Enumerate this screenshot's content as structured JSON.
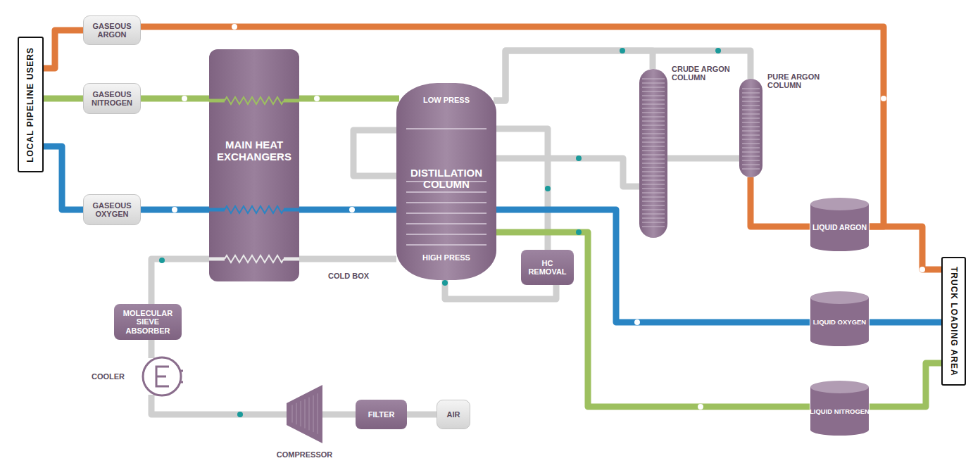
{
  "diagram": {
    "nodes": [
      {
        "text": [
          "LOCAL PIPELINE USERS"
        ]
      },
      {
        "text": [
          "GASEOUS ARGON"
        ]
      },
      {
        "text": [
          "GASEOUS NITROGEN"
        ]
      },
      {
        "text": [
          "GASEOUS OXYGEN"
        ]
      },
      {
        "text": [
          "MAIN HEAT EXCHANGERS"
        ]
      },
      {
        "text": [
          "LOW PRESS",
          "DISTILLATION COLUMN",
          "HIGH PRESS"
        ]
      },
      {
        "text": [
          "CRUDE ARGON COLUMN"
        ]
      },
      {
        "text": [
          "PURE ARGON COLUMN"
        ]
      },
      {
        "text": [
          "HC REMOVAL"
        ]
      },
      {
        "text": [
          "LIQUID ARGON"
        ]
      },
      {
        "text": [
          "LIQUID OXYGEN"
        ]
      },
      {
        "text": [
          "LIQUID NITROGEN"
        ]
      },
      {
        "text": [
          "TRUCK LOADING AREA"
        ]
      },
      {
        "text": [
          "MOLECULAR SIEVE ABSORBER"
        ]
      },
      {
        "text": [
          "COOLER"
        ]
      },
      {
        "text": [
          "COMPRESSOR"
        ]
      },
      {
        "text": [
          "FILTER"
        ]
      },
      {
        "text": [
          "AIR"
        ]
      }
    ],
    "edges": [
      {
        "from": 17,
        "to": 16,
        "arrow": "none"
      },
      {
        "from": 16,
        "to": 15,
        "arrow": "none"
      },
      {
        "from": 15,
        "to": 14,
        "arrow": "none"
      },
      {
        "from": 14,
        "to": 13,
        "arrow": "none"
      },
      {
        "from": 13,
        "to": 4,
        "arrow": "none"
      },
      {
        "from": 4,
        "to": 5,
        "arrow": "none"
      },
      {
        "from": 5,
        "to": 8,
        "arrow": "none"
      },
      {
        "from": 8,
        "to": 5,
        "arrow": "none"
      },
      {
        "from": 5,
        "to": 6,
        "arrow": "none"
      },
      {
        "from": 5,
        "to": 6,
        "arrow": "none"
      },
      {
        "from": 6,
        "to": 7,
        "arrow": "none"
      },
      {
        "from": 5,
        "to": 7,
        "arrow": "none"
      },
      {
        "from": 7,
        "to": 9,
        "arrow": "none"
      },
      {
        "from": 9,
        "to": 12,
        "arrow": "none"
      },
      {
        "from": 9,
        "to": 1,
        "arrow": "none"
      },
      {
        "from": 1,
        "to": 0,
        "arrow": "none"
      },
      {
        "from": 5,
        "to": 4,
        "arrow": "none"
      },
      {
        "from": 4,
        "to": 2,
        "arrow": "none"
      },
      {
        "from": 2,
        "to": 0,
        "arrow": "none"
      },
      {
        "from": 5,
        "to": 4,
        "arrow": "none"
      },
      {
        "from": 4,
        "to": 3,
        "arrow": "none"
      },
      {
        "from": 3,
        "to": 0,
        "arrow": "none"
      },
      {
        "from": 5,
        "to": 10,
        "arrow": "none"
      },
      {
        "from": 10,
        "to": 12,
        "arrow": "none"
      },
      {
        "from": 5,
        "to": 11,
        "arrow": "none"
      },
      {
        "from": 11,
        "to": 12,
        "arrow": "none"
      }
    ],
    "labels": [
      "COLD BOX"
    ]
  }
}
